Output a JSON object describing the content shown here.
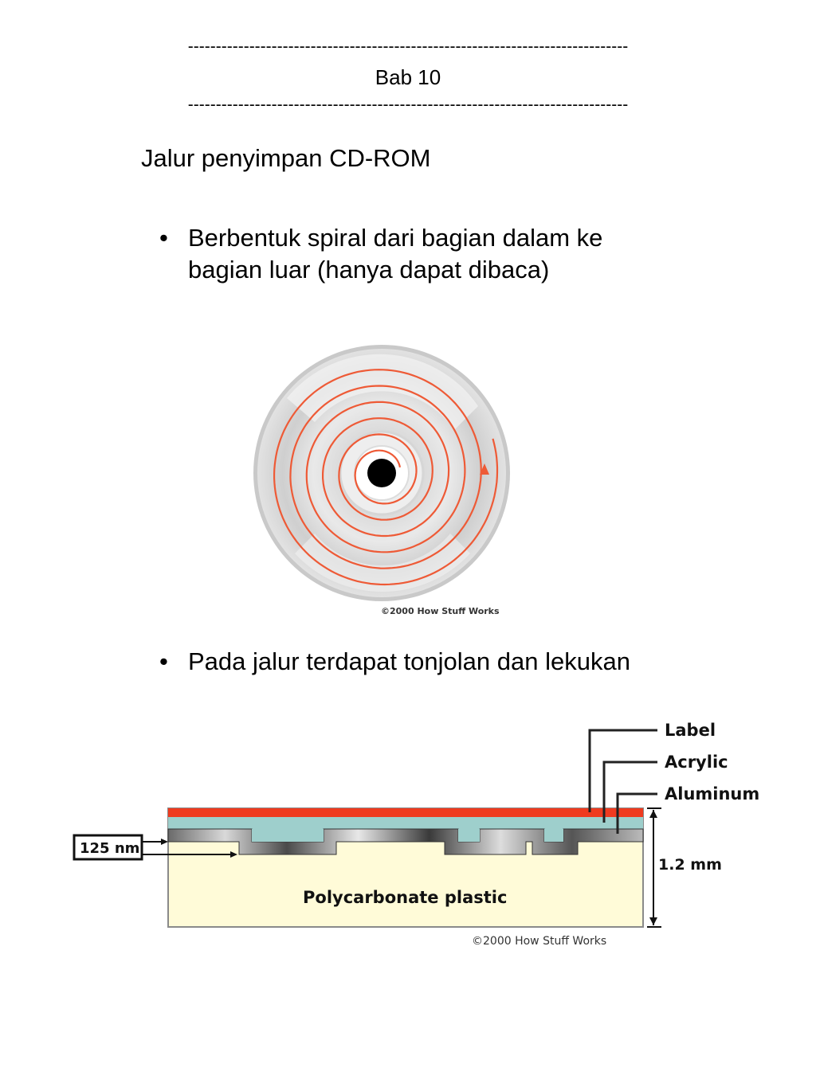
{
  "header": {
    "dashes": "-------------------------------------------------------------------------------",
    "chapter": "Bab 10"
  },
  "heading": "Jalur penyimpan CD-ROM",
  "bullets": [
    {
      "marker": "•",
      "text": "Berbentuk spiral dari bagian dalam ke bagian luar (hanya dapat dibaca)"
    },
    {
      "marker": "•",
      "text": "Pada jalur terdapat tonjolan dan lekukan"
    }
  ],
  "disc_figure": {
    "credit": "©2000 How Stuff Works",
    "track_color": "#ee5a36"
  },
  "layer_figure": {
    "labels": {
      "label": "Label",
      "acrylic": "Acrylic",
      "aluminum": "Aluminum",
      "thickness": "1.2 mm",
      "bump_height": "125 nm",
      "substrate": "Polycarbonate plastic"
    },
    "credit": "©2000 How Stuff Works",
    "colors": {
      "label_layer": "#ef3b1f",
      "acrylic_layer": "#9ecfcc",
      "polycarbonate": "#fffbd8"
    }
  }
}
